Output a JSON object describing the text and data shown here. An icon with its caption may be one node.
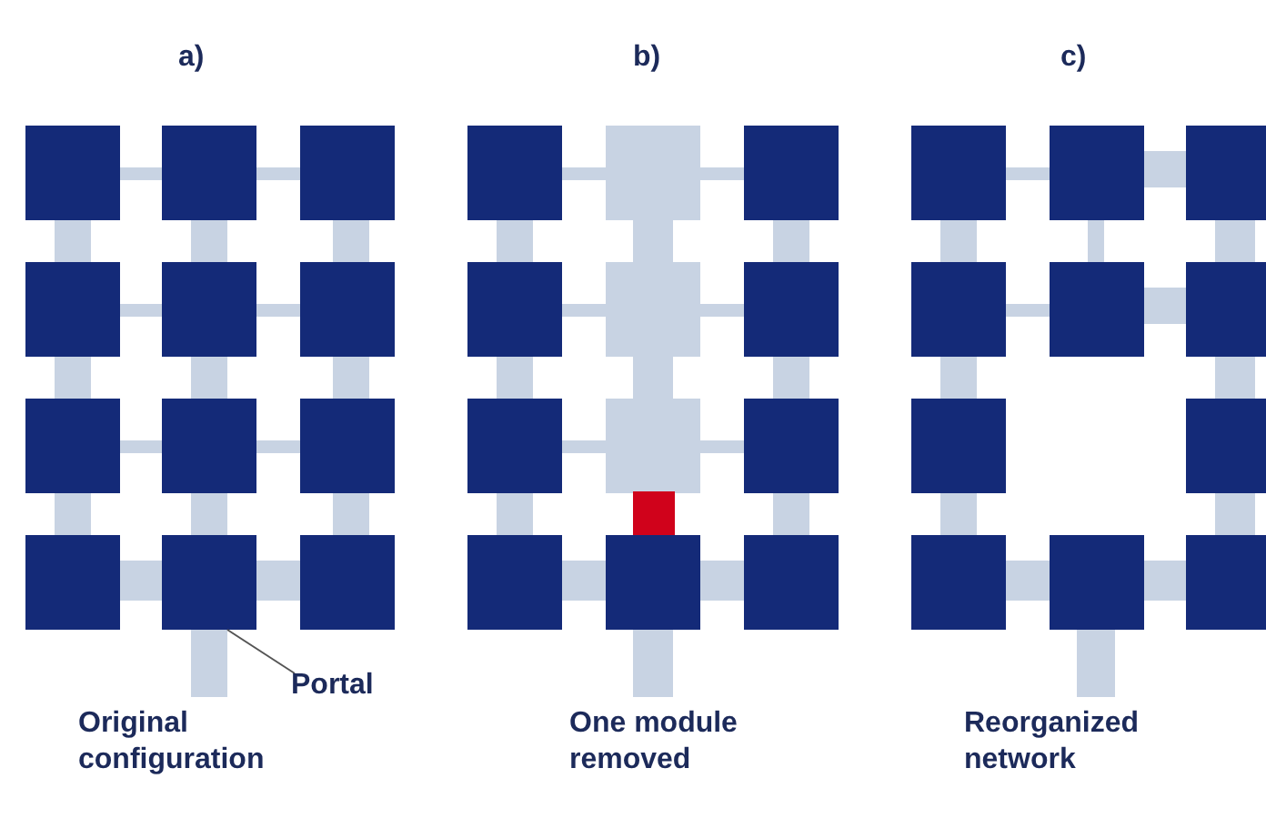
{
  "diagram": {
    "nodes": [
      {
        "text": [
          "Portal"
        ]
      },
      {
        "text": [],
        "shape": "bar"
      }
    ],
    "edges": [
      {
        "from": 0,
        "to": 1,
        "arrow": "none"
      }
    ],
    "labels": [
      "a)",
      "b)",
      "c)",
      "Original configuration",
      "One module removed",
      "Reorganized network"
    ]
  }
}
